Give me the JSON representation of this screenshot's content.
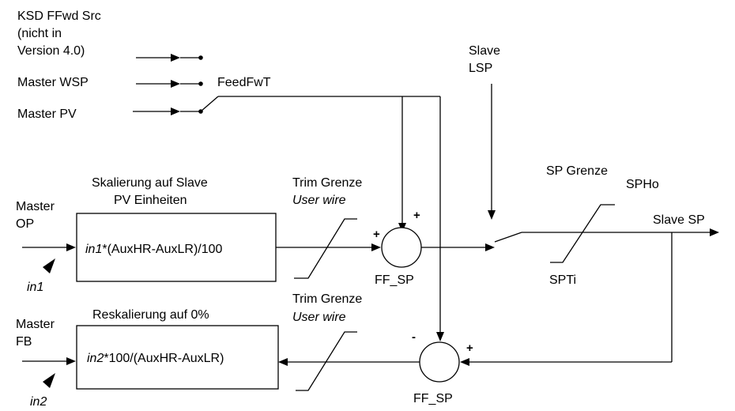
{
  "inputs": {
    "ksd_line1": "KSD FFwd Src",
    "ksd_line2": "(nicht in",
    "ksd_line3": "Version 4.0)",
    "master_wsp": "Master WSP",
    "master_pv": "Master PV",
    "feedfwt": "FeedFwT"
  },
  "slave_lsp": {
    "line1": "Slave",
    "line2": "LSP"
  },
  "upper_path": {
    "title_line1": "Skalierung auf Slave",
    "title_line2": "PV Einheiten",
    "input_line1": "Master",
    "input_line2": "OP",
    "input_tag": "in1",
    "formula_var": "in1",
    "formula_rest": "*(AuxHR-AuxLR)/100",
    "trim_label": "Trim Grenze",
    "trim_wire": "User wire",
    "summer_label": "FF_SP",
    "sign_left": "+",
    "sign_top": "+"
  },
  "sp_limit": {
    "label": "SP Grenze",
    "high": "SPHo",
    "low": "SPTi",
    "output": "Slave SP"
  },
  "lower_path": {
    "title": "Reskalierung auf 0%",
    "input_line1": "Master",
    "input_line2": "FB",
    "input_tag": "in2",
    "formula_var": "in2",
    "formula_rest": "*100/(AuxHR-AuxLR)",
    "trim_label": "Trim Grenze",
    "trim_wire": "User wire",
    "summer_label": "FF_SP",
    "sign_top": "-",
    "sign_right": "+"
  }
}
